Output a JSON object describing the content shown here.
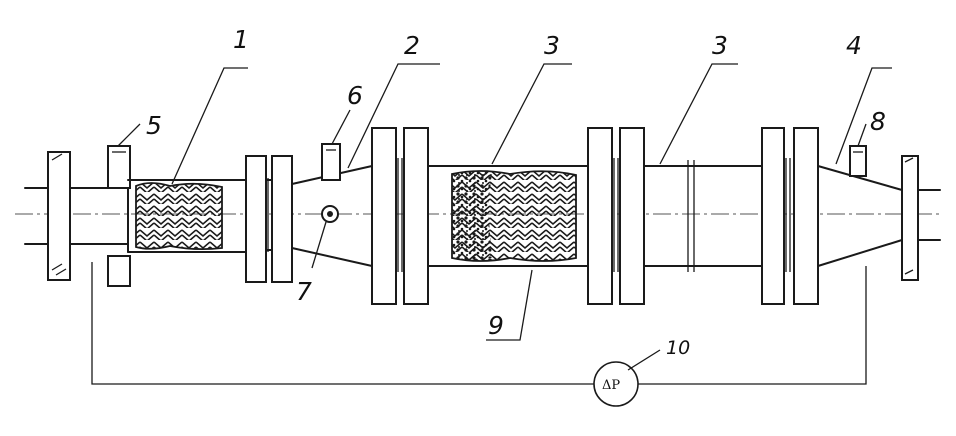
{
  "labels": {
    "l1": "1",
    "l2": "2",
    "l3a": "3",
    "l3b": "3",
    "l4": "4",
    "l5": "5",
    "l6": "6",
    "l7": "7",
    "l8": "8",
    "l9": "9",
    "l10": "10",
    "dp": "ΔP"
  },
  "colors": {
    "ink": "#1a1a1a",
    "paper": "#ffffff"
  }
}
